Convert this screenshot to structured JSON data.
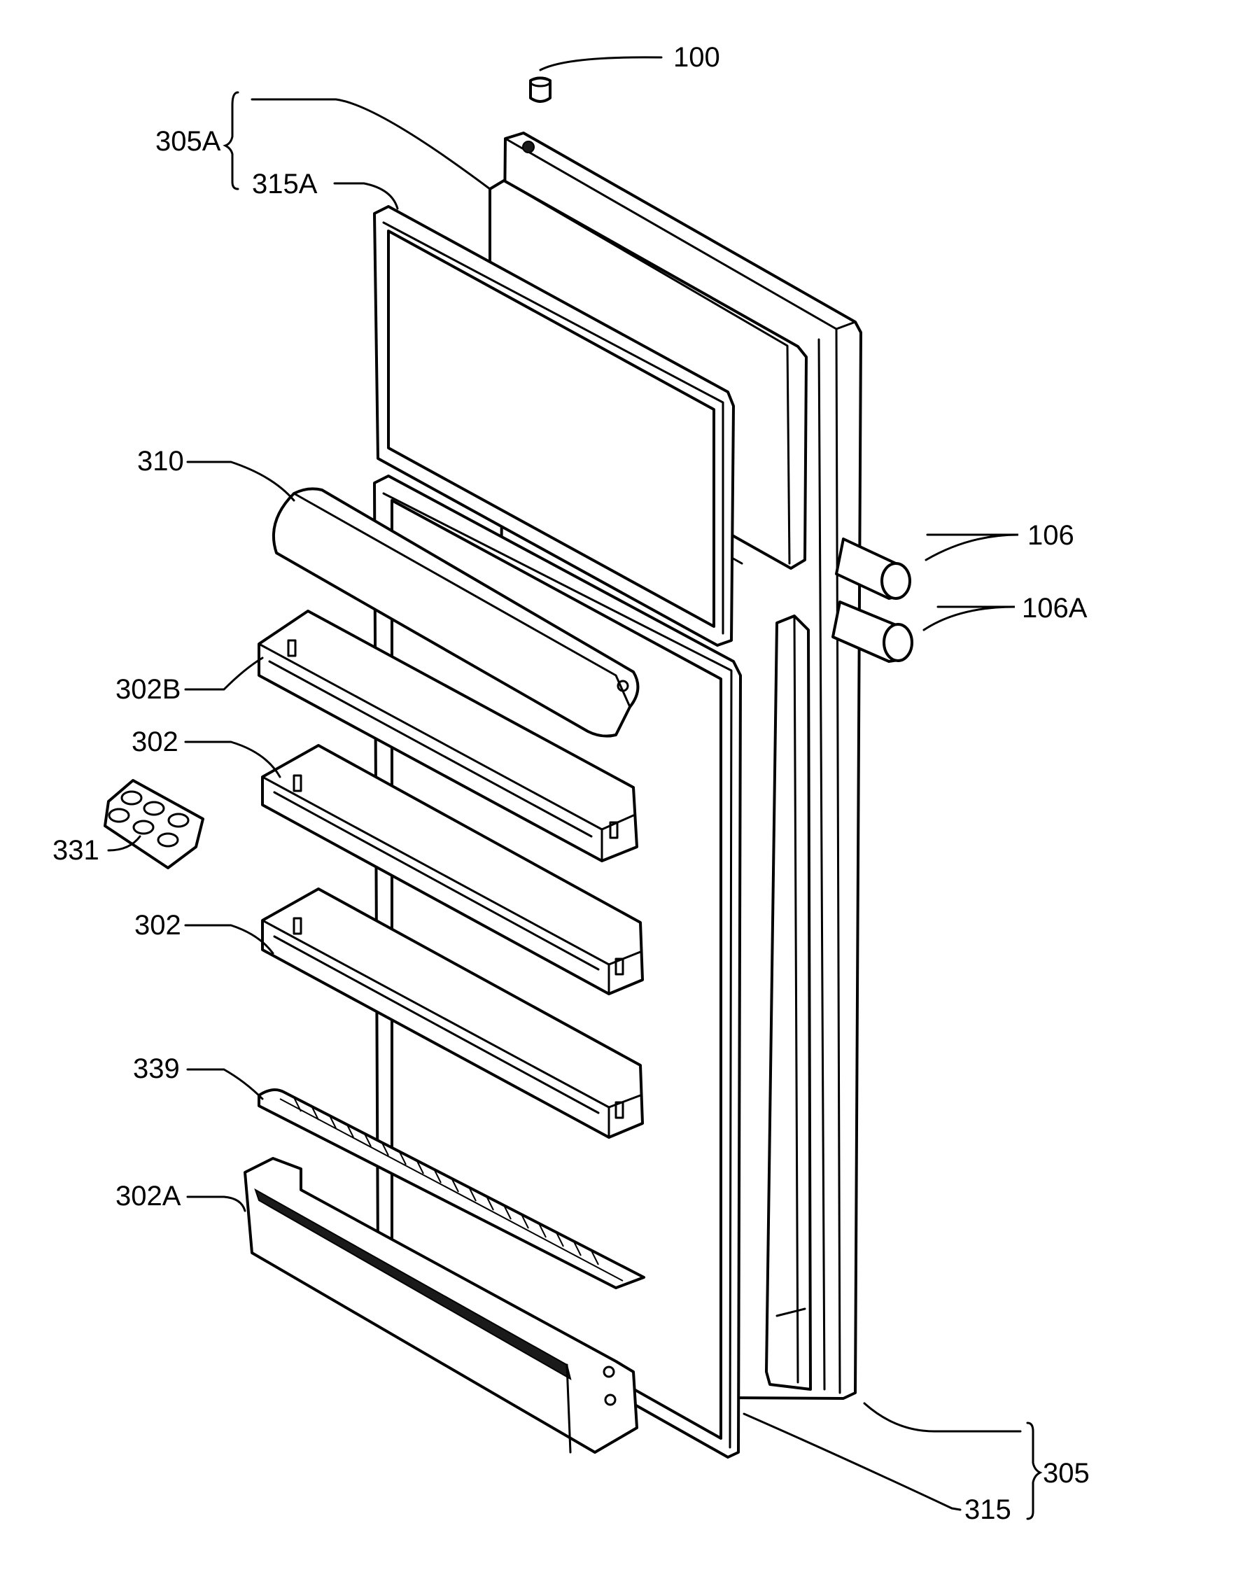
{
  "labels": {
    "l100": "100",
    "l305A": "305A",
    "l315A": "315A",
    "l310": "310",
    "l302B": "302B",
    "l302_upper": "302",
    "l331": "331",
    "l302_lower": "302",
    "l339": "339",
    "l302A": "302A",
    "l106": "106",
    "l106A": "106A",
    "l305": "305",
    "l315": "315"
  },
  "colors": {
    "line": "#000000",
    "background": "#ffffff"
  }
}
